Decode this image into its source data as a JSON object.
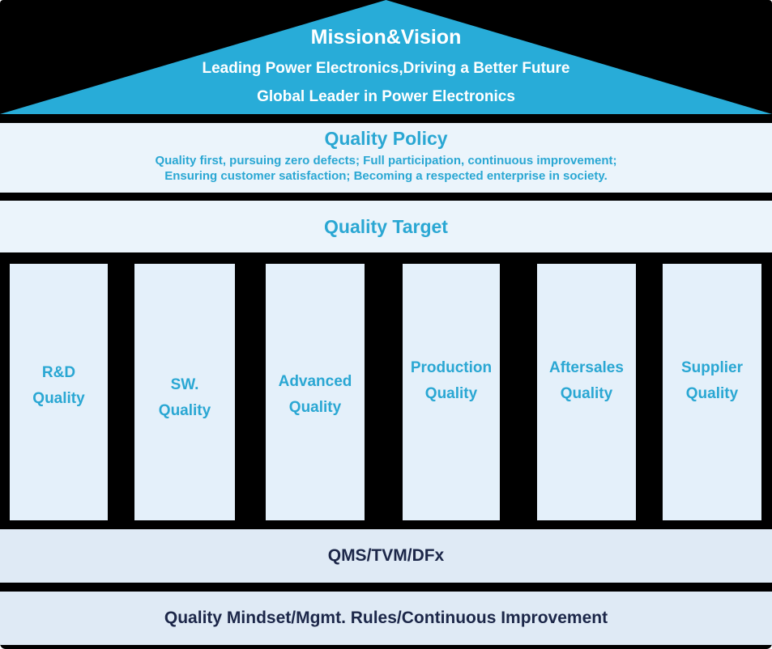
{
  "colors": {
    "page_bg": "#000000",
    "roof_bg": "#28acd8",
    "band_light": "#ebf4fb",
    "pillar_bg": "#e4f0fa",
    "band_bottom": "#dfeaf5",
    "text_cyan": "#2aa7d3",
    "text_navy": "#1c2749",
    "roof_text": "#ffffff"
  },
  "roof": {
    "title": "Mission&Vision",
    "line1": "Leading Power Electronics,Driving a Better Future",
    "line2": "Global Leader in Power Electronics"
  },
  "quality_policy": {
    "title": "Quality Policy",
    "line1": "Quality first, pursuing zero defects; Full participation, continuous improvement;",
    "line2": "Ensuring customer satisfaction; Becoming a respected enterprise in society."
  },
  "quality_target": {
    "title": "Quality Target"
  },
  "pillars": [
    {
      "line1": "R&D",
      "line2": "Quality"
    },
    {
      "line1": "SW.",
      "line2": "Quality"
    },
    {
      "line1": "Advanced",
      "line2": "Quality"
    },
    {
      "line1": "Production",
      "line2": "Quality"
    },
    {
      "line1": "Aftersales",
      "line2": "Quality"
    },
    {
      "line1": "Supplier",
      "line2": "Quality"
    }
  ],
  "qms_band": {
    "label": "QMS/TVM/DFx"
  },
  "foundation_band": {
    "label": "Quality Mindset/Mgmt. Rules/Continuous Improvement"
  }
}
